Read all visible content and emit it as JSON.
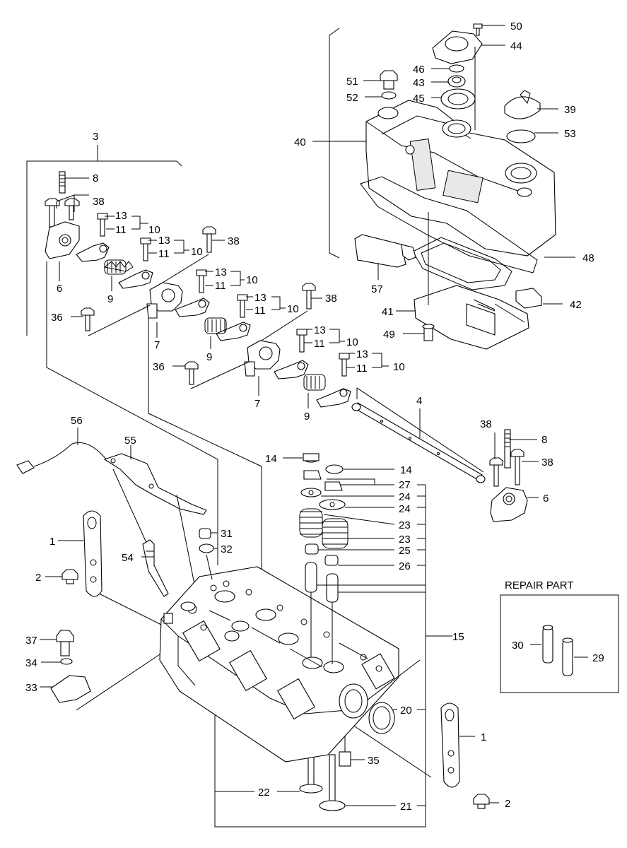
{
  "labels": {
    "n1": "1",
    "n2": "2",
    "n3": "3",
    "n4": "4",
    "n6": "6",
    "n7": "7",
    "n8": "8",
    "n9": "9",
    "n10": "10",
    "n11": "11",
    "n13": "13",
    "n14": "14",
    "n15": "15",
    "n20": "20",
    "n21": "21",
    "n22": "22",
    "n23": "23",
    "n24": "24",
    "n25": "25",
    "n26": "26",
    "n27": "27",
    "n29": "29",
    "n30": "30",
    "n31": "31",
    "n32": "32",
    "n33": "33",
    "n34": "34",
    "n35": "35",
    "n36": "36",
    "n37": "37",
    "n38": "38",
    "n39": "39",
    "n40": "40",
    "n41": "41",
    "n42": "42",
    "n43": "43",
    "n44": "44",
    "n45": "45",
    "n46": "46",
    "n48": "48",
    "n49": "49",
    "n50": "50",
    "n51": "51",
    "n52": "52",
    "n53": "53",
    "n54": "54",
    "n55": "55",
    "n56": "56",
    "n57": "57"
  },
  "repair_part": {
    "title": "REPAIR PART"
  }
}
